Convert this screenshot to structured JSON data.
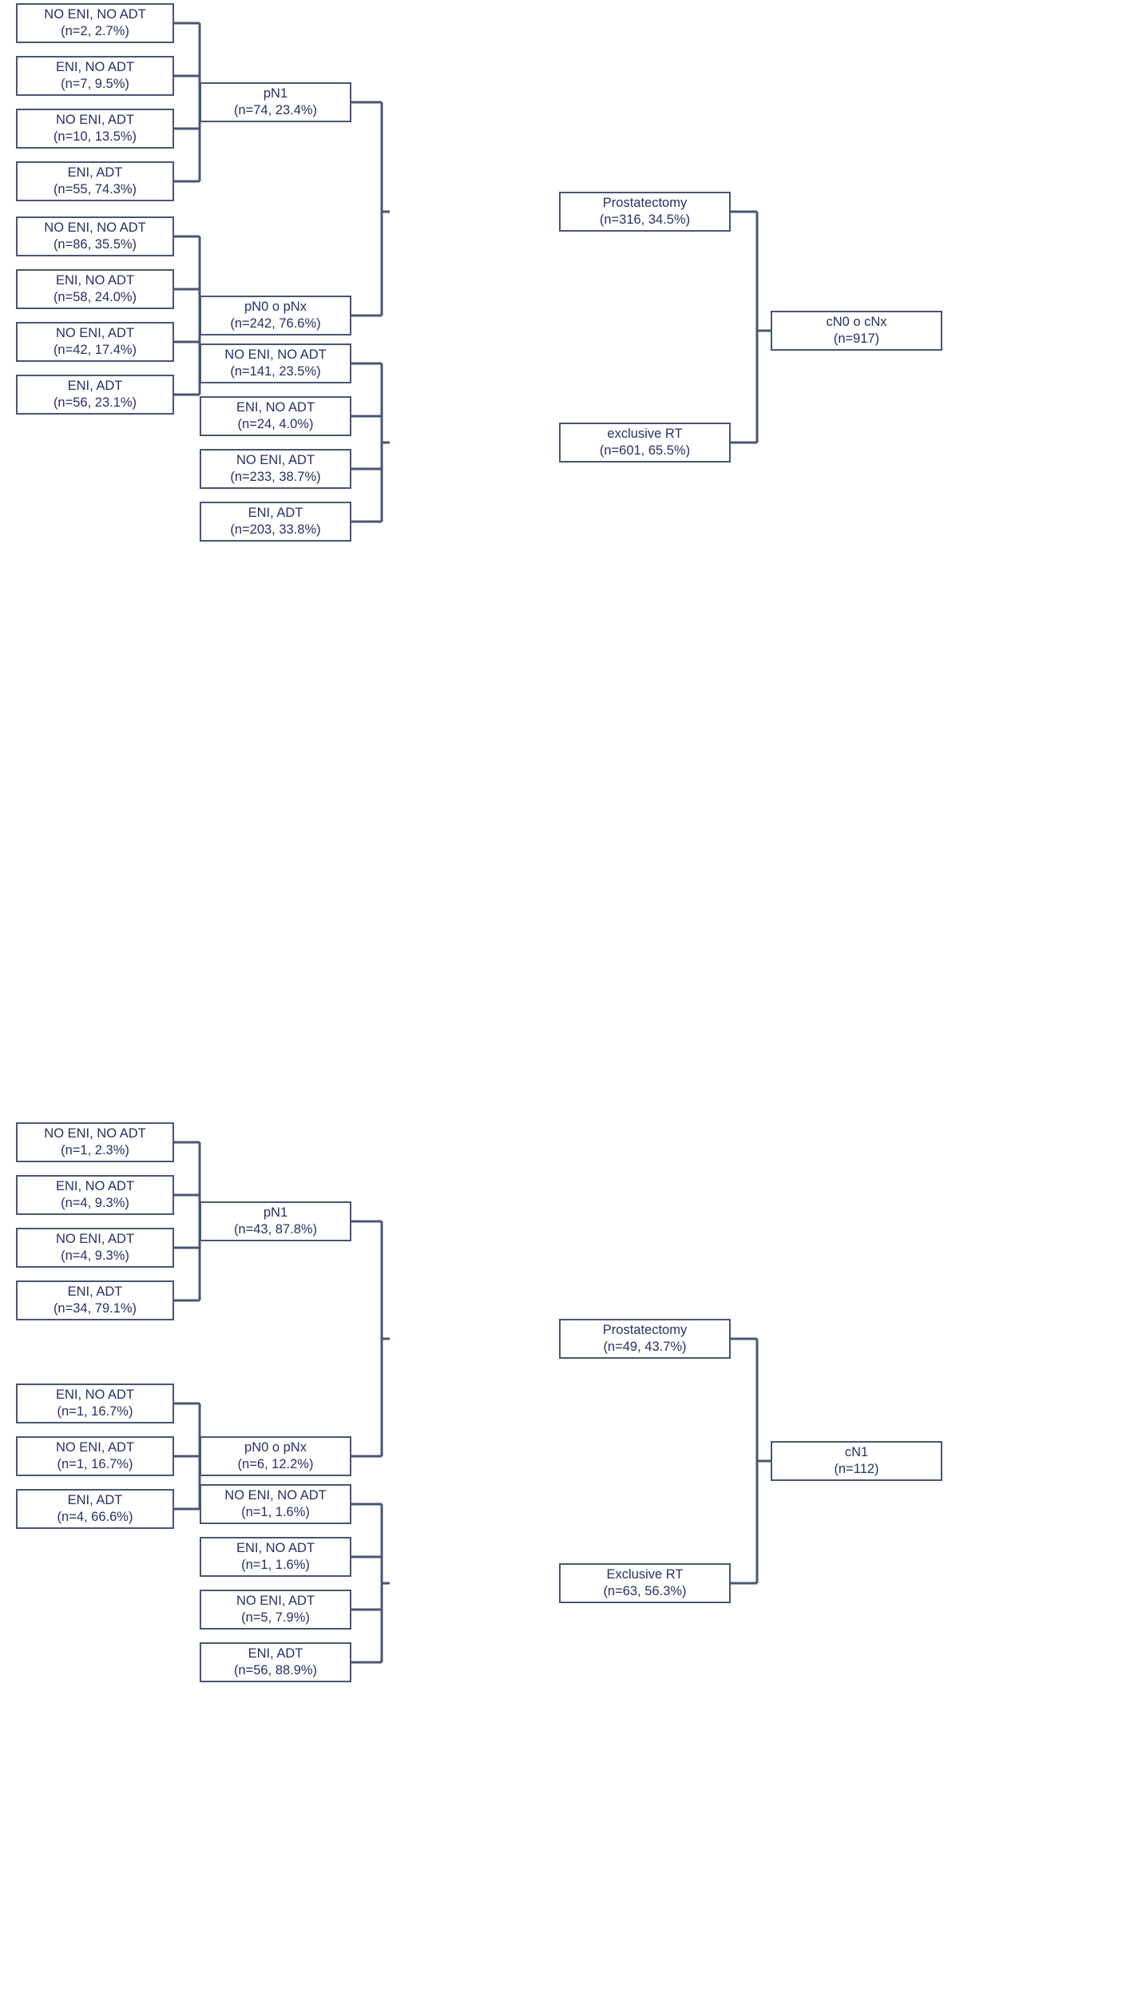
{
  "diagrams": [
    {
      "id": "cn0-cnx-tree",
      "root": {
        "label": "cN0 o cNx",
        "detail": "(n=917)"
      },
      "branches": [
        {
          "label": "Prostatectomy",
          "detail": "(n=316, 34.5%)",
          "children": [
            {
              "label": "pN1",
              "detail": "(n=74, 23.4%)",
              "leaves": [
                {
                  "label": "NO ENI, NO ADT",
                  "detail": "(n=2, 2.7%)"
                },
                {
                  "label": "ENI, NO ADT",
                  "detail": "(n=7, 9.5%)"
                },
                {
                  "label": "NO ENI, ADT",
                  "detail": "(n=10, 13.5%)"
                },
                {
                  "label": "ENI, ADT",
                  "detail": "(n=55, 74.3%)"
                }
              ]
            },
            {
              "label": "pN0 o pNx",
              "detail": "(n=242, 76.6%)",
              "leaves": [
                {
                  "label": "NO ENI, NO ADT",
                  "detail": "(n=86, 35.5%)"
                },
                {
                  "label": "ENI, NO ADT",
                  "detail": "(n=58, 24.0%)"
                },
                {
                  "label": "NO ENI, ADT",
                  "detail": "(n=42, 17.4%)"
                },
                {
                  "label": "ENI, ADT",
                  "detail": "(n=56, 23.1%)"
                }
              ]
            }
          ]
        },
        {
          "label": "exclusive RT",
          "detail": "(n=601, 65.5%)",
          "children": [],
          "leaves": [
            {
              "label": "NO ENI, NO ADT",
              "detail": "(n=141, 23.5%)"
            },
            {
              "label": "ENI, NO ADT",
              "detail": "(n=24, 4.0%)"
            },
            {
              "label": "NO ENI, ADT",
              "detail": "(n=233, 38.7%)"
            },
            {
              "label": "ENI, ADT",
              "detail": "(n=203, 33.8%)"
            }
          ]
        }
      ]
    },
    {
      "id": "cn1-tree",
      "root": {
        "label": "cN1",
        "detail": "(n=112)"
      },
      "branches": [
        {
          "label": "Prostatectomy",
          "detail": "(n=49, 43.7%)",
          "children": [
            {
              "label": "pN1",
              "detail": "(n=43, 87.8%)",
              "leaves": [
                {
                  "label": "NO ENI, NO ADT",
                  "detail": "(n=1, 2.3%)"
                },
                {
                  "label": "ENI, NO ADT",
                  "detail": "(n=4, 9.3%)"
                },
                {
                  "label": "NO ENI, ADT",
                  "detail": "(n=4, 9.3%)"
                },
                {
                  "label": "ENI, ADT",
                  "detail": "(n=34, 79.1%)"
                }
              ]
            },
            {
              "label": "pN0 o pNx",
              "detail": "(n=6, 12.2%)",
              "leaves": [
                {
                  "label": "ENI, NO ADT",
                  "detail": "(n=1, 16.7%)"
                },
                {
                  "label": "NO ENI, ADT",
                  "detail": "(n=1, 16.7%)"
                },
                {
                  "label": "ENI, ADT",
                  "detail": "(n=4, 66.6%)"
                }
              ]
            }
          ]
        },
        {
          "label": "Exclusive RT",
          "detail": "(n=63, 56.3%)",
          "children": [],
          "leaves": [
            {
              "label": "NO ENI, NO ADT",
              "detail": "(n=1, 1.6%)"
            },
            {
              "label": "ENI, NO ADT",
              "detail": "(n=1, 1.6%)"
            },
            {
              "label": "NO ENI, ADT",
              "detail": "(n=5, 7.9%)"
            },
            {
              "label": "ENI, ADT",
              "detail": "(n=56, 88.9%)"
            }
          ]
        }
      ]
    }
  ],
  "style": {
    "border_color": "#4a5670",
    "text_color": "#2b2f63",
    "background": "#ffffff"
  }
}
